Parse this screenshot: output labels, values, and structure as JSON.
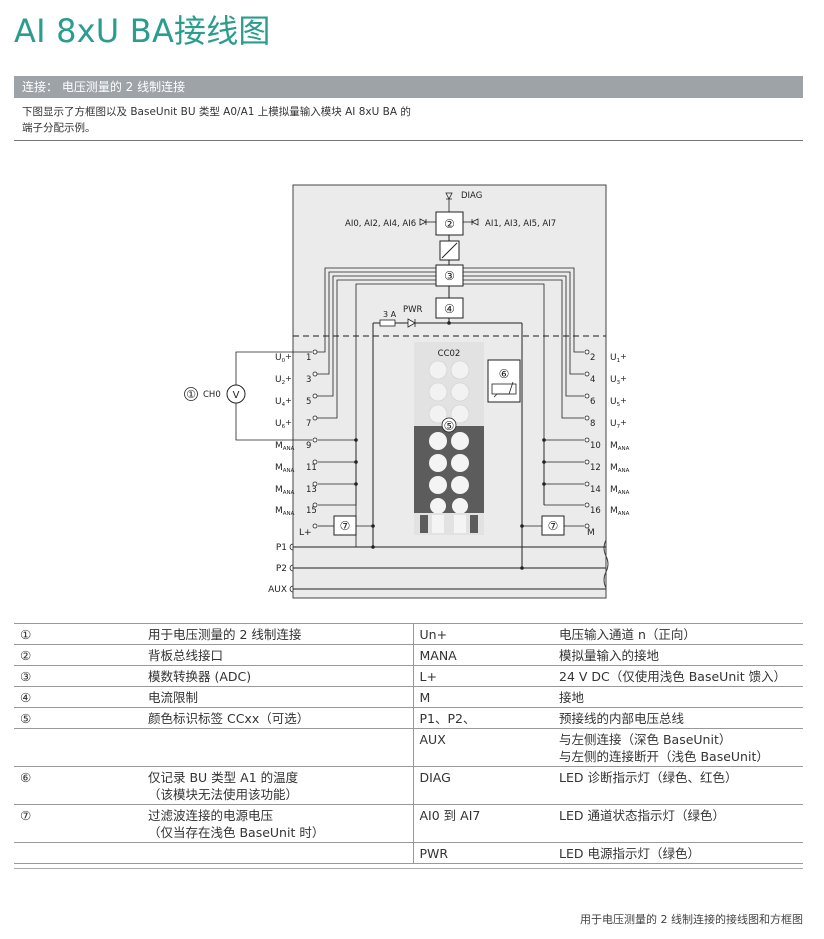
{
  "title": "AI 8xU BA接线图",
  "section": "连接： 电压测量的 2 线制连接",
  "intro": {
    "line1": "下图显示了方框图以及 BaseUnit BU 类型 A0/A1 上模拟量输入模块 AI 8xU BA 的",
    "line2": "端子分配示例。"
  },
  "diagram": {
    "diag": "DIAG",
    "ai_left": "AI0, AI2, AI4, AI6",
    "ai_right": "AI1, AI3, AI5, AI7",
    "pwr": "PWR",
    "fuse": "3 A",
    "cc": "CC02",
    "ch0": "CH0",
    "meter": "V",
    "circled": [
      "②",
      "③",
      "④",
      "⑤",
      "⑥",
      "⑦",
      "①"
    ],
    "left_labels": [
      {
        "main": "U",
        "sub": "0",
        "sup": "+",
        "pin": "1"
      },
      {
        "main": "U",
        "sub": "2",
        "sup": "+",
        "pin": "3"
      },
      {
        "main": "U",
        "sub": "4",
        "sup": "+",
        "pin": "5"
      },
      {
        "main": "U",
        "sub": "6",
        "sup": "+",
        "pin": "7"
      },
      {
        "main": "M",
        "sub": "ANA",
        "sup": "",
        "pin": "9"
      },
      {
        "main": "M",
        "sub": "ANA",
        "sup": "",
        "pin": "11"
      },
      {
        "main": "M",
        "sub": "ANA",
        "sup": "",
        "pin": "13"
      },
      {
        "main": "M",
        "sub": "ANA",
        "sup": "",
        "pin": "15"
      }
    ],
    "right_labels": [
      {
        "main": "U",
        "sub": "1",
        "sup": "+",
        "pin": "2"
      },
      {
        "main": "U",
        "sub": "3",
        "sup": "+",
        "pin": "4"
      },
      {
        "main": "U",
        "sub": "5",
        "sup": "+",
        "pin": "6"
      },
      {
        "main": "U",
        "sub": "7",
        "sup": "+",
        "pin": "8"
      },
      {
        "main": "M",
        "sub": "ANA",
        "sup": "",
        "pin": "10"
      },
      {
        "main": "M",
        "sub": "ANA",
        "sup": "",
        "pin": "12"
      },
      {
        "main": "M",
        "sub": "ANA",
        "sup": "",
        "pin": "14"
      },
      {
        "main": "M",
        "sub": "ANA",
        "sup": "",
        "pin": "16"
      }
    ],
    "lplus": "L+",
    "m": "M",
    "p1": "P1",
    "p2": "P2",
    "aux": "AUX"
  },
  "legend": [
    {
      "sym": "①",
      "desc": [
        "用于电压测量的 2 线制连接"
      ],
      "term": "Un+",
      "tdesc": [
        "电压输入通道 n（正向）"
      ]
    },
    {
      "sym": "②",
      "desc": [
        "背板总线接口"
      ],
      "term": "MANA",
      "tdesc": [
        "模拟量输入的接地"
      ]
    },
    {
      "sym": "③",
      "desc": [
        "模数转换器 (ADC)"
      ],
      "term": "L+",
      "tdesc": [
        "24 V DC（仅使用浅色 BaseUnit 馈入）"
      ]
    },
    {
      "sym": "④",
      "desc": [
        "电流限制"
      ],
      "term": "M",
      "tdesc": [
        "接地"
      ]
    },
    {
      "sym": "⑤",
      "desc": [
        "颜色标识标签 CCxx（可选）"
      ],
      "term": "P1、P2、",
      "tdesc": [
        "预接线的内部电压总线"
      ]
    },
    {
      "sym": "",
      "desc": [
        ""
      ],
      "term": "AUX",
      "tdesc": [
        "与左侧连接（深色 BaseUnit）",
        "与左侧的连接断开（浅色 BaseUnit）"
      ]
    },
    {
      "sym": "⑥",
      "desc": [
        "仅记录 BU 类型 A1 的温度",
        "（该模块无法使用该功能）"
      ],
      "term": "DIAG",
      "tdesc": [
        "LED 诊断指示灯（绿色、红色）"
      ]
    },
    {
      "sym": "⑦",
      "desc": [
        "过滤波连接的电源电压",
        "（仅当存在浅色 BaseUnit 时）"
      ],
      "term": "AI0 到 AI7",
      "tdesc": [
        "LED 通道状态指示灯（绿色）"
      ]
    },
    {
      "sym": "",
      "desc": [
        ""
      ],
      "term": "PWR",
      "tdesc": [
        "LED 电源指示灯（绿色）"
      ]
    }
  ],
  "caption": "用于电压测量的 2 线制连接的接线图和方框图",
  "colors": {
    "accent": "#2a9d8f",
    "bar": "#9ea3a8",
    "module": "#ebebeb"
  }
}
